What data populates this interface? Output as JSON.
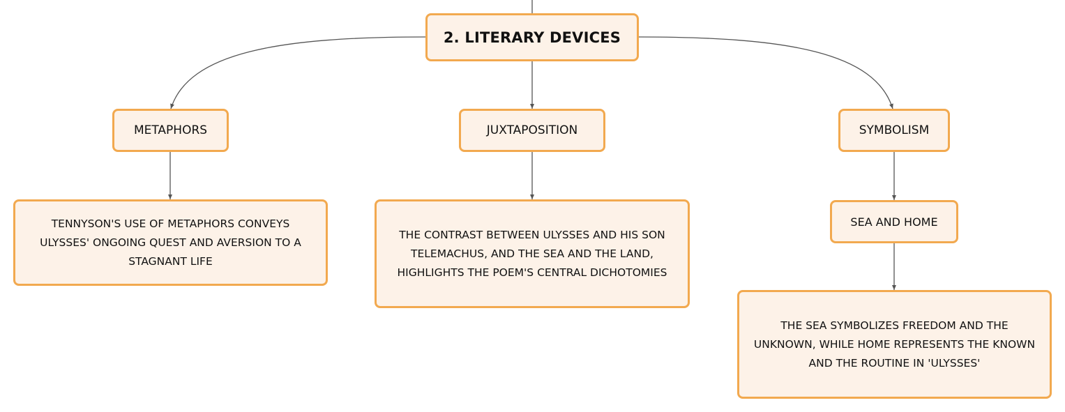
{
  "diagram": {
    "root": {
      "label": "2. LITERARY DEVICES"
    },
    "branches": [
      {
        "label": "METAPHORS",
        "description": "TENNYSON'S USE OF METAPHORS CONVEYS ULYSSES' ONGOING QUEST AND AVERSION TO A STAGNANT LIFE"
      },
      {
        "label": "JUXTAPOSITION",
        "description": "THE CONTRAST BETWEEN ULYSSES AND HIS SON TELEMACHUS, AND THE SEA AND THE LAND, HIGHLIGHTS THE POEM'S CENTRAL DICHOTOMIES"
      },
      {
        "label": "SYMBOLISM",
        "child": {
          "label": "SEA AND HOME",
          "description": "THE SEA SYMBOLIZES FREEDOM AND THE UNKNOWN, WHILE HOME REPRESENTS THE KNOWN AND THE ROUTINE IN 'ULYSSES'"
        }
      }
    ]
  },
  "colors": {
    "node_fill": "#fdf2e8",
    "node_border": "#f2a94f",
    "connector": "#555555",
    "text": "#111111"
  }
}
